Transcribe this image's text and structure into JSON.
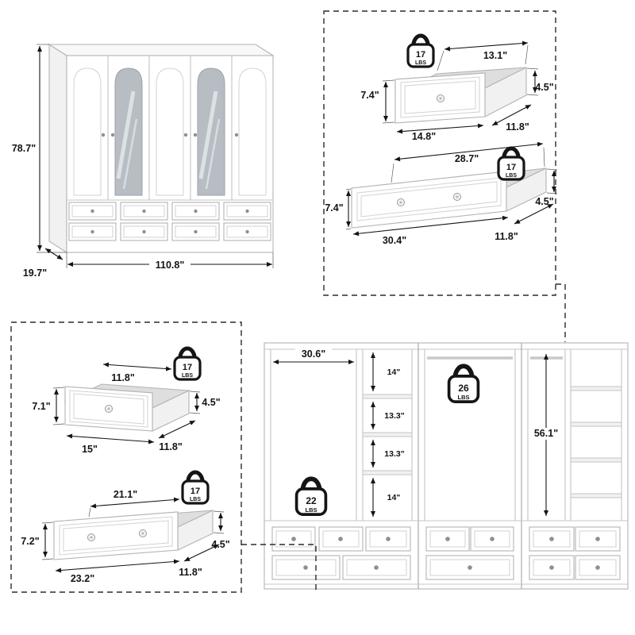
{
  "colors": {
    "dimension_ink": "#141414",
    "furniture_outline": "#b3b3b3",
    "mirror_fill": "#b7bdc3",
    "callout_border": "#2b2b2b"
  },
  "main_wardrobe": {
    "height": "78.7\"",
    "depth": "19.7\"",
    "width": "110.8\""
  },
  "top_right_callout": {
    "small_drawer": {
      "weight": "17",
      "weight_unit": "LBS",
      "top_width": "13.1\"",
      "front_height": "7.4\"",
      "side_height": "4.5\"",
      "bottom_width": "14.8\"",
      "depth": "11.8\""
    },
    "long_drawer": {
      "weight": "17",
      "weight_unit": "LBS",
      "top_width": "28.7\"",
      "front_height": "7.4\"",
      "side_height": "4.5\"",
      "bottom_width": "30.4\"",
      "depth": "11.8\""
    }
  },
  "bottom_left_callout": {
    "small_drawer": {
      "weight": "17",
      "weight_unit": "LBS",
      "top_width": "11.8\"",
      "front_height": "7.1\"",
      "side_height": "4.5\"",
      "bottom_width": "15\"",
      "depth": "11.8\""
    },
    "long_drawer": {
      "weight": "17",
      "weight_unit": "LBS",
      "top_width": "21.1\"",
      "front_height": "7.2\"",
      "side_height": "4.5\"",
      "bottom_width": "23.2\"",
      "depth": "11.8\""
    }
  },
  "interior_view": {
    "left_compartment_width": "30.6\"",
    "shelf_gaps": [
      "14\"",
      "13.3\"",
      "13.3\"",
      "14\""
    ],
    "hanging_space_height": "56.1\"",
    "rod_capacity": "26",
    "rod_capacity_unit": "LBS",
    "bottom_left_capacity": "22",
    "bottom_left_capacity_unit": "LBS"
  }
}
